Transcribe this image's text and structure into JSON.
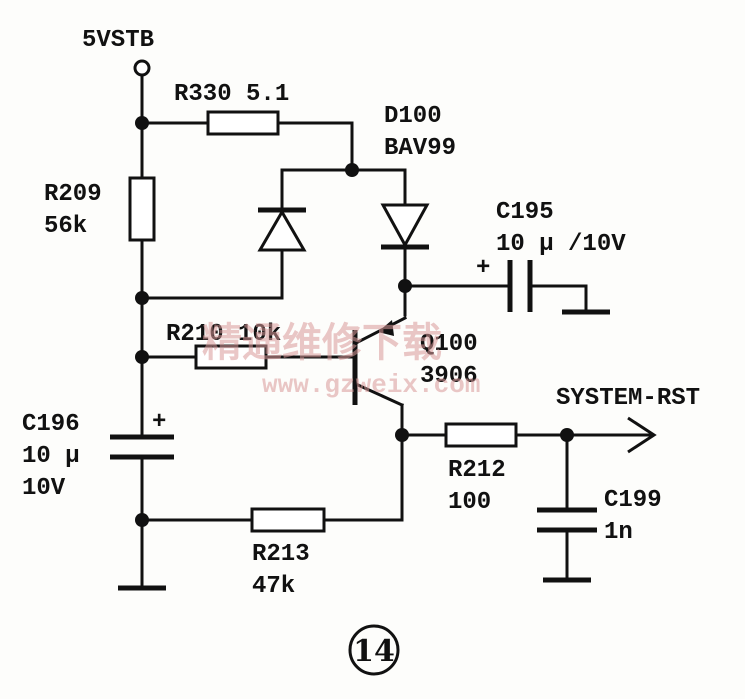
{
  "labels": {
    "supply": "5VSTB",
    "r330": "R330 5.1",
    "d100_name": "D100",
    "d100_part": "BAV99",
    "r209_name": "R209",
    "r209_val": "56k",
    "c195_name": "C195",
    "c195_val": "10 µ /10V",
    "r210": "R210 10k",
    "q100_name": "Q100",
    "q100_part": "3906",
    "c196_name": "C196",
    "c196_val1": "10 µ",
    "c196_val2": "10V",
    "output": "SYSTEM-RST",
    "r212_name": "R212",
    "r212_val": "100",
    "c199_name": "C199",
    "c199_val": "1n",
    "r213_name": "R213",
    "r213_val": "47k",
    "plus": "+",
    "figure_number": "14"
  },
  "watermark": {
    "text": "精通维修下载",
    "url": "www.gzweix.com"
  }
}
